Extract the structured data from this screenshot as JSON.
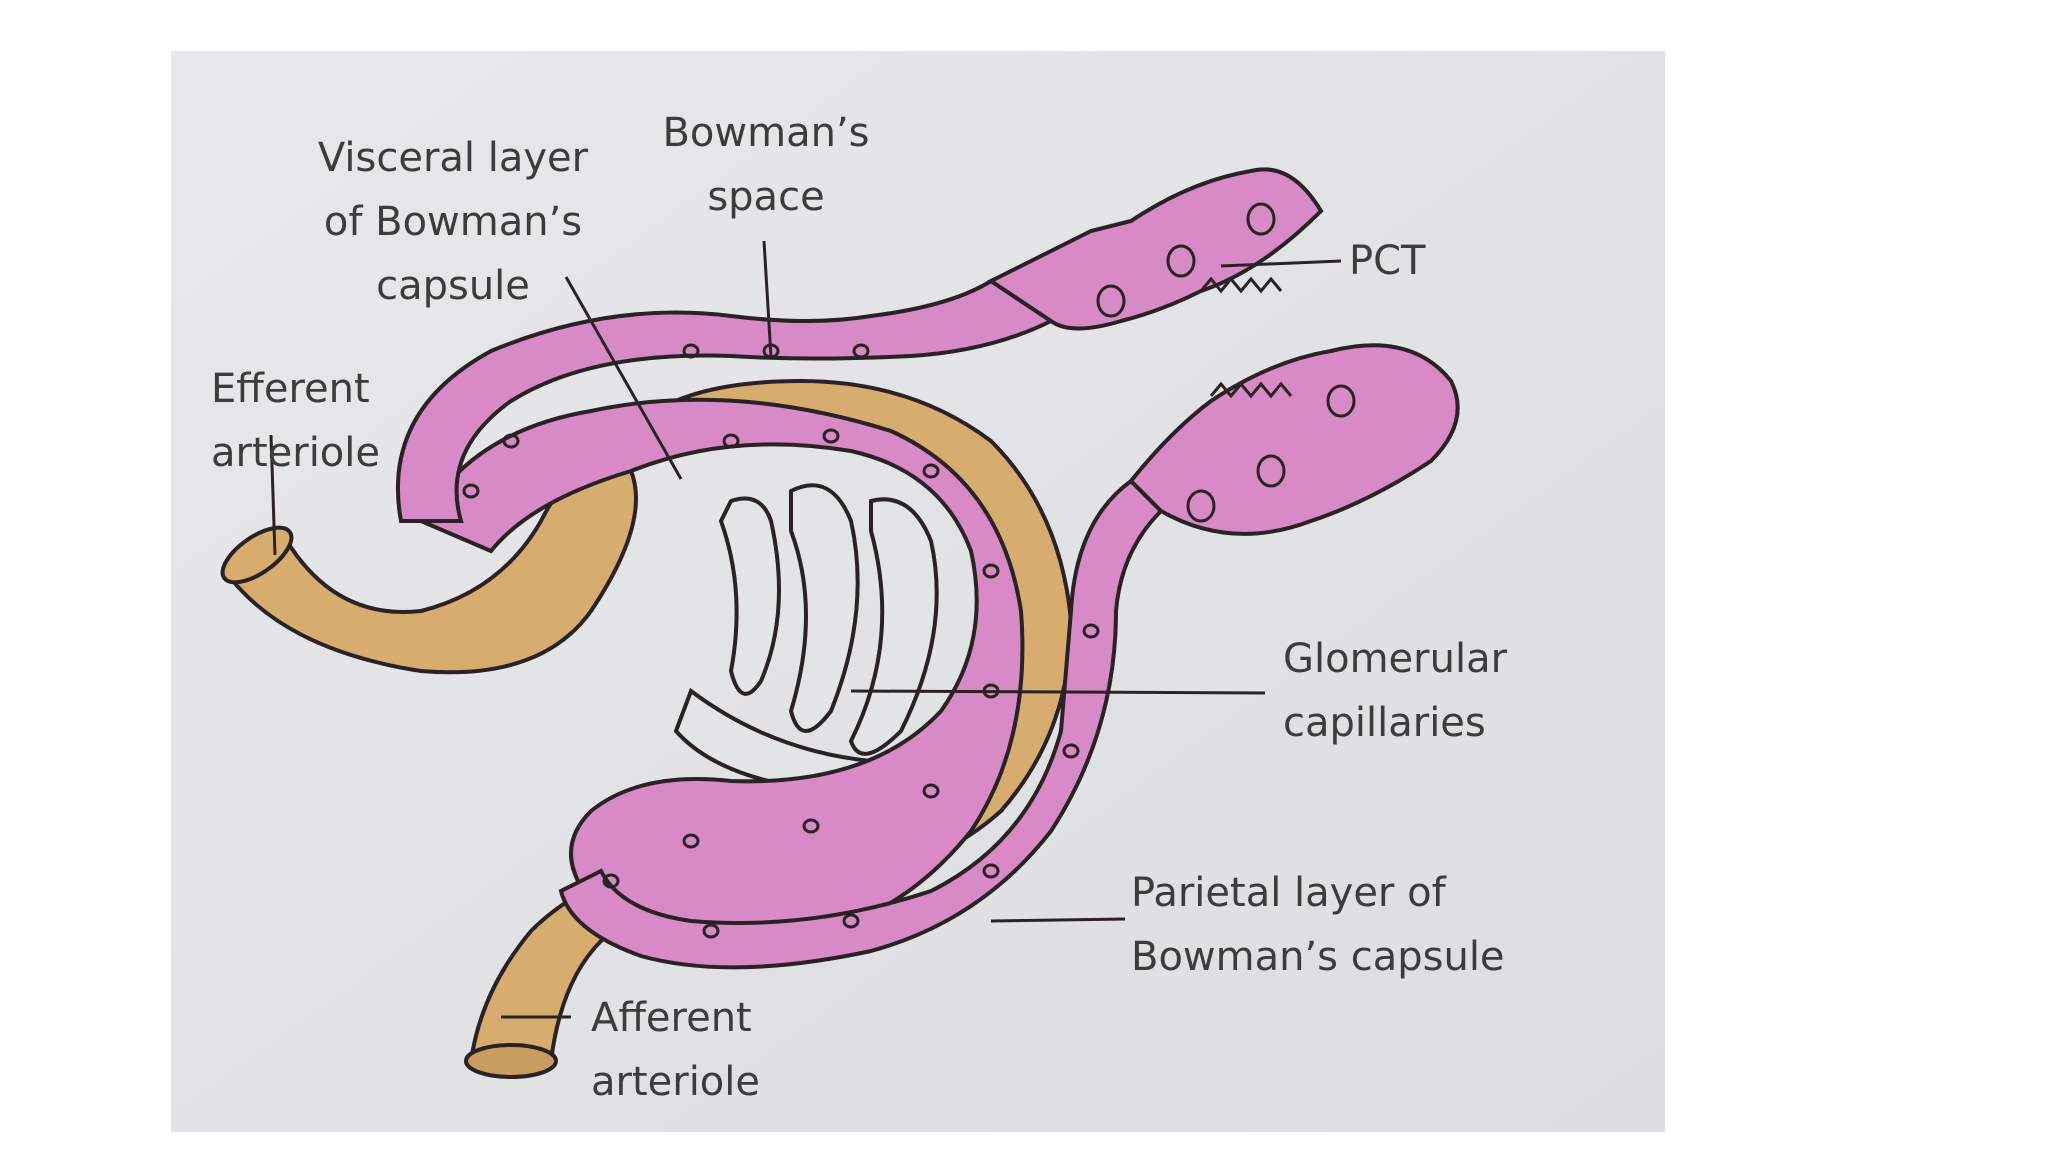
{
  "figure": {
    "labels": {
      "visceral": [
        "Visceral layer",
        "of Bowman’s",
        "capsule"
      ],
      "bowman_space": [
        "Bowman’s",
        "space"
      ],
      "efferent": [
        "Efferent",
        "arteriole"
      ],
      "pct": [
        "PCT"
      ],
      "glomerular": [
        "Glomerular",
        "capillaries"
      ],
      "parietal": [
        "Parietal layer of",
        "Bowman’s capsule"
      ],
      "afferent": [
        "Afferent",
        "arteriole"
      ]
    },
    "colors": {
      "capsule_pink": "#d88ac6",
      "arteriole_tan": "#d7ad6f",
      "outline": "#2a2224",
      "paper": "#e3e4e6"
    }
  }
}
